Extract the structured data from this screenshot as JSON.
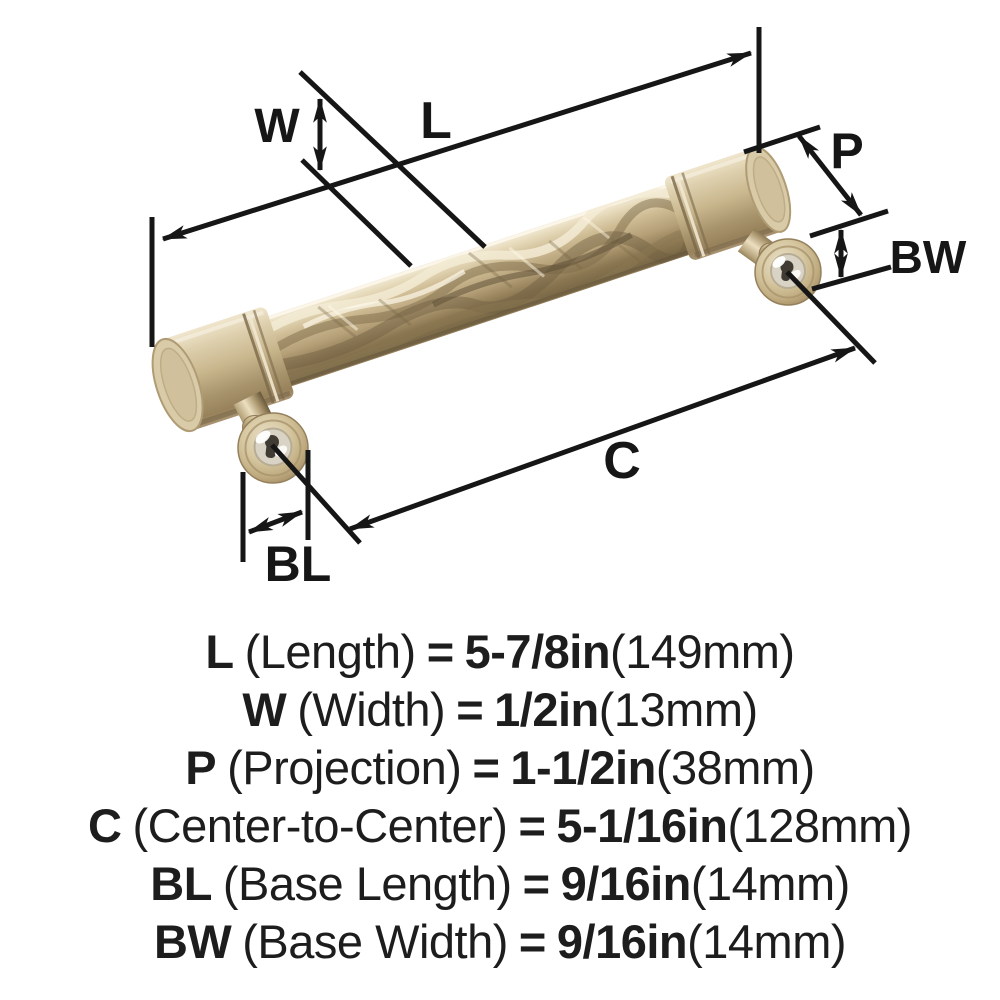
{
  "diagram": {
    "labels": {
      "l": "L",
      "w": "W",
      "p": "P",
      "bw": "BW",
      "c": "C",
      "bl": "BL"
    }
  },
  "specs": [
    {
      "abbr": "L",
      "name": "(Length)",
      "equals": "=",
      "value": "5-7/8in",
      "metric": "(149mm)"
    },
    {
      "abbr": "W",
      "name": "(Width)",
      "equals": "=",
      "value": "1/2in",
      "metric": "(13mm)"
    },
    {
      "abbr": "P",
      "name": "(Projection)",
      "equals": "=",
      "value": "1-1/2in",
      "metric": "(38mm)"
    },
    {
      "abbr": "C",
      "name": "(Center-to-Center)",
      "equals": "=",
      "value": "5-1/16in",
      "metric": "(128mm)"
    },
    {
      "abbr": "BL",
      "name": "(Base Length)",
      "equals": "=",
      "value": "9/16in",
      "metric": "(14mm)"
    },
    {
      "abbr": "BW",
      "name": "(Base Width)",
      "equals": "=",
      "value": "9/16in",
      "metric": "(14mm)"
    }
  ],
  "colors": {
    "dimension_line": "#161616",
    "text": "#1d1d1d",
    "metal_light": "#f2ead6",
    "metal_mid": "#c9b78e",
    "metal_dark": "#8c7852",
    "base_silver": "#d9d3c6",
    "keyhole_dark": "#403c34",
    "background": "#ffffff"
  }
}
